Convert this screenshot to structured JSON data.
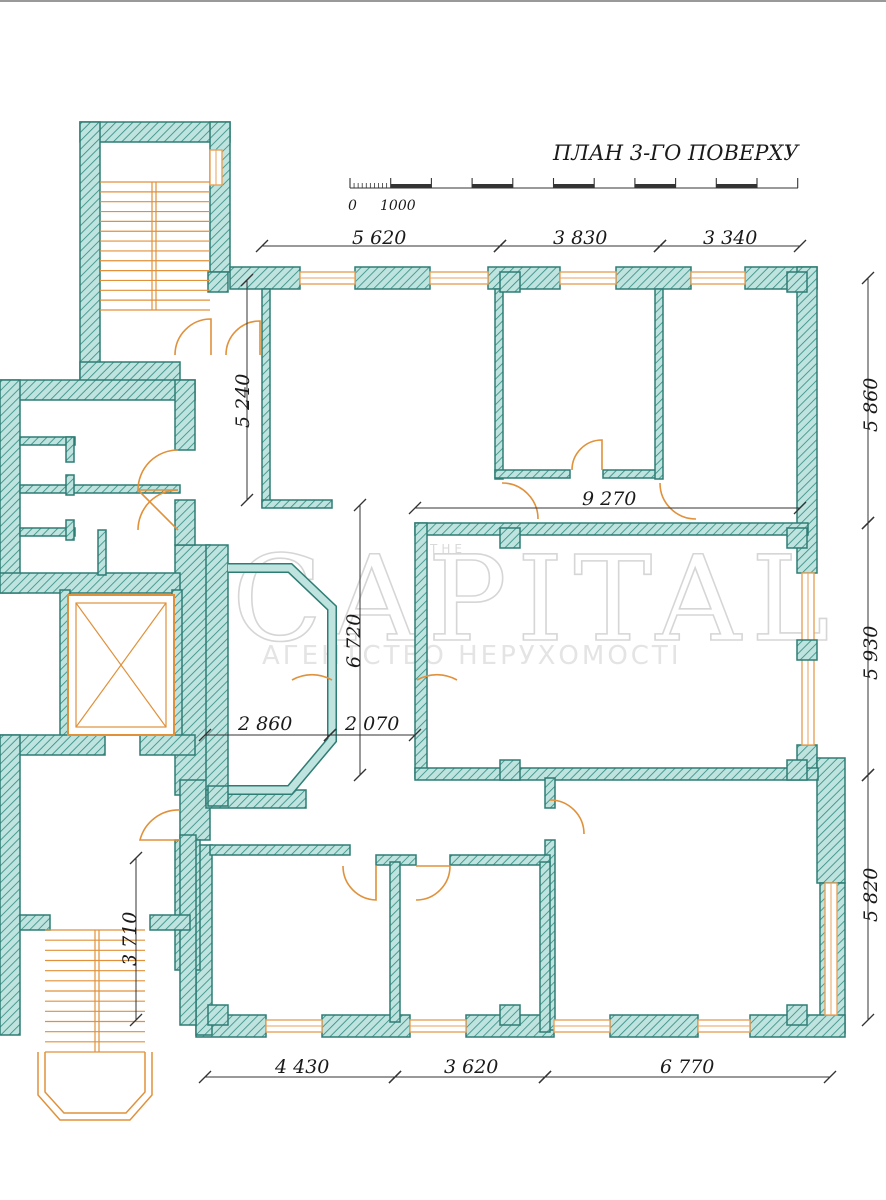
{
  "plan": {
    "title": "ПЛАН 3-ГО ПОВЕРХУ",
    "colors": {
      "wall_fill": "#bfe3de",
      "wall_stroke": "#2e7d75",
      "hatch": "#2e8a80",
      "window": "#e8a35c",
      "stairs": "#e0913a",
      "dim_line": "#333333"
    },
    "scale_bar": {
      "label_start": "0",
      "label_unit": "1000"
    },
    "dimensions": {
      "top_1": "5 620",
      "top_2": "3 830",
      "top_3": "3 340",
      "right_1": "5 860",
      "right_2": "5 930",
      "right_3": "5 820",
      "bottom_1": "4 430",
      "bottom_2": "3 620",
      "bottom_3": "6 770",
      "left_corridor": "5 240",
      "center_vertical": "6 720",
      "inner_horizontal": "9 270",
      "mid_left": "2 860",
      "mid_right": "2 070",
      "stair_height": "3 710"
    },
    "watermark": {
      "small_top": "THE",
      "main": "CAPITAL",
      "sub": "АГЕНТСТВО НЕРУХОМОСТІ"
    }
  }
}
